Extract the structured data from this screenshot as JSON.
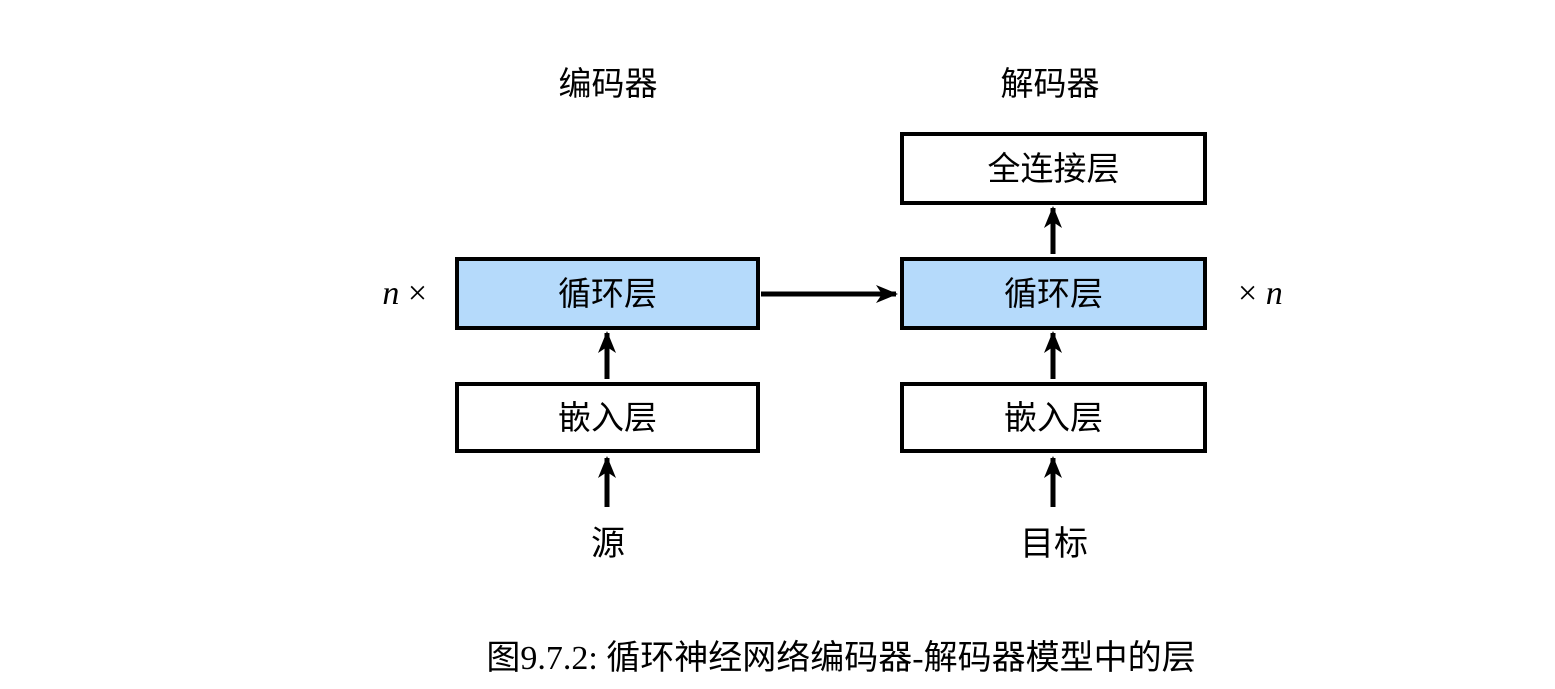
{
  "figure": {
    "encoder": {
      "title": "编码器",
      "multiplier": {
        "var": "n",
        "op": "×"
      },
      "layers": {
        "recurrent": "循环层",
        "embedding": "嵌入层"
      },
      "input": "源"
    },
    "decoder": {
      "title": "解码器",
      "multiplier": {
        "op": "×",
        "var": "n"
      },
      "layers": {
        "fully_connected": "全连接层",
        "recurrent": "循环层",
        "embedding": "嵌入层"
      },
      "input": "目标"
    },
    "caption": "图9.7.2: 循环神经网络编码器-解码器模型中的层",
    "colors": {
      "recurrent_fill": "#B5DAFB",
      "box_border": "#000000",
      "background": "#FFFFFF"
    }
  }
}
